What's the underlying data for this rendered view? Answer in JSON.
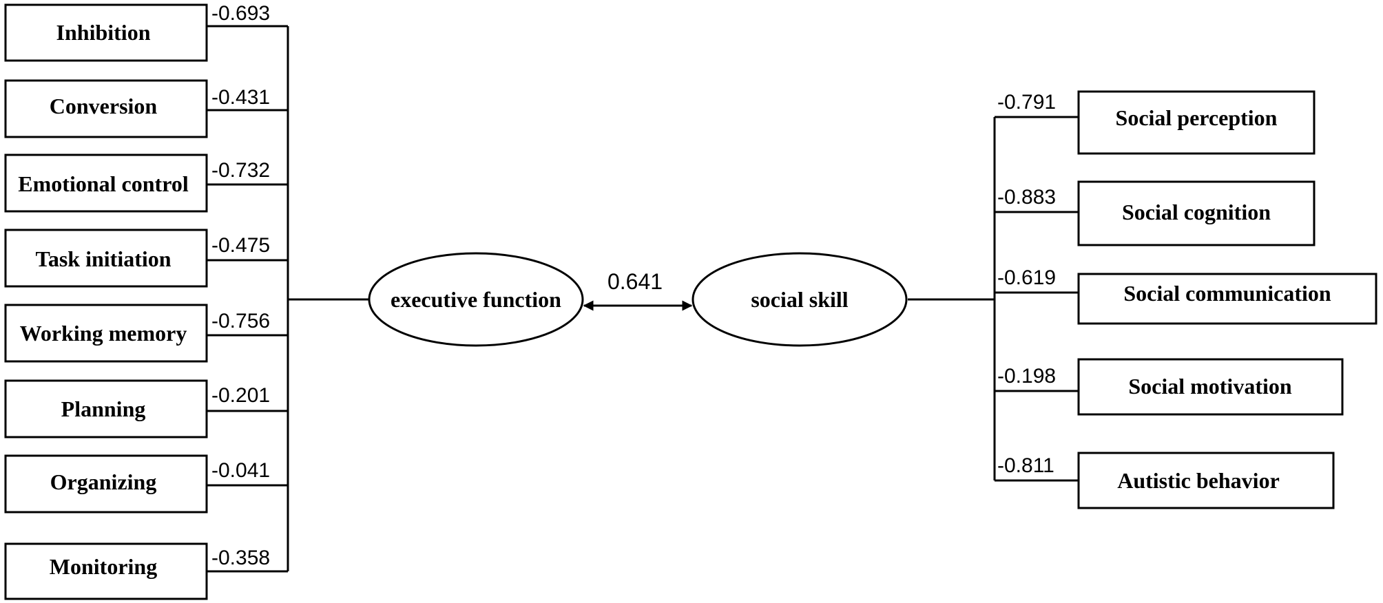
{
  "latent": {
    "executive_function": "executive function",
    "social_skill": "social skill"
  },
  "correlation": "0.641",
  "ef_indicators": [
    {
      "label": "Inhibition",
      "loading": "-0.693"
    },
    {
      "label": "Conversion",
      "loading": "-0.431"
    },
    {
      "label": "Emotional control",
      "loading": "-0.732"
    },
    {
      "label": "Task initiation",
      "loading": "-0.475"
    },
    {
      "label": "Working memory",
      "loading": "-0.756"
    },
    {
      "label": "Planning",
      "loading": "-0.201"
    },
    {
      "label": "Organizing",
      "loading": "-0.041"
    },
    {
      "label": "Monitoring",
      "loading": "-0.358"
    }
  ],
  "ss_indicators": [
    {
      "label": "Social perception",
      "loading": "-0.791"
    },
    {
      "label": "Social cognition",
      "loading": "-0.883"
    },
    {
      "label": "Social communication",
      "loading": "-0.619"
    },
    {
      "label": "Social motivation",
      "loading": "-0.198"
    },
    {
      "label": "Autistic behavior",
      "loading": "-0.811"
    }
  ]
}
